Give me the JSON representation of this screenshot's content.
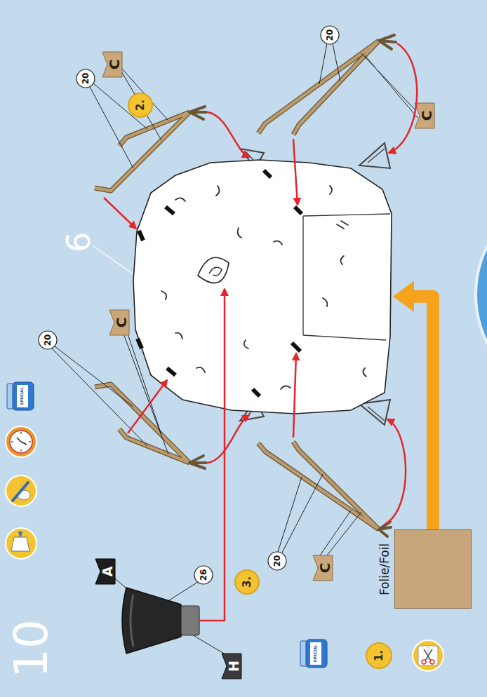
{
  "diagram": {
    "nodes": [
      {
        "text": [
          "Folie/Foil"
        ]
      },
      {
        "text": [
          "6"
        ]
      }
    ],
    "edges": [
      {
        "from": 0,
        "to": 1,
        "arrow": "to"
      }
    ],
    "labels": [
      "10",
      "1.",
      "2.",
      "3.",
      "20",
      "20",
      "20",
      "20",
      "C",
      "C",
      "C",
      "C",
      "26",
      "A",
      "H",
      "SPECIAL",
      "SPECIAL"
    ]
  }
}
